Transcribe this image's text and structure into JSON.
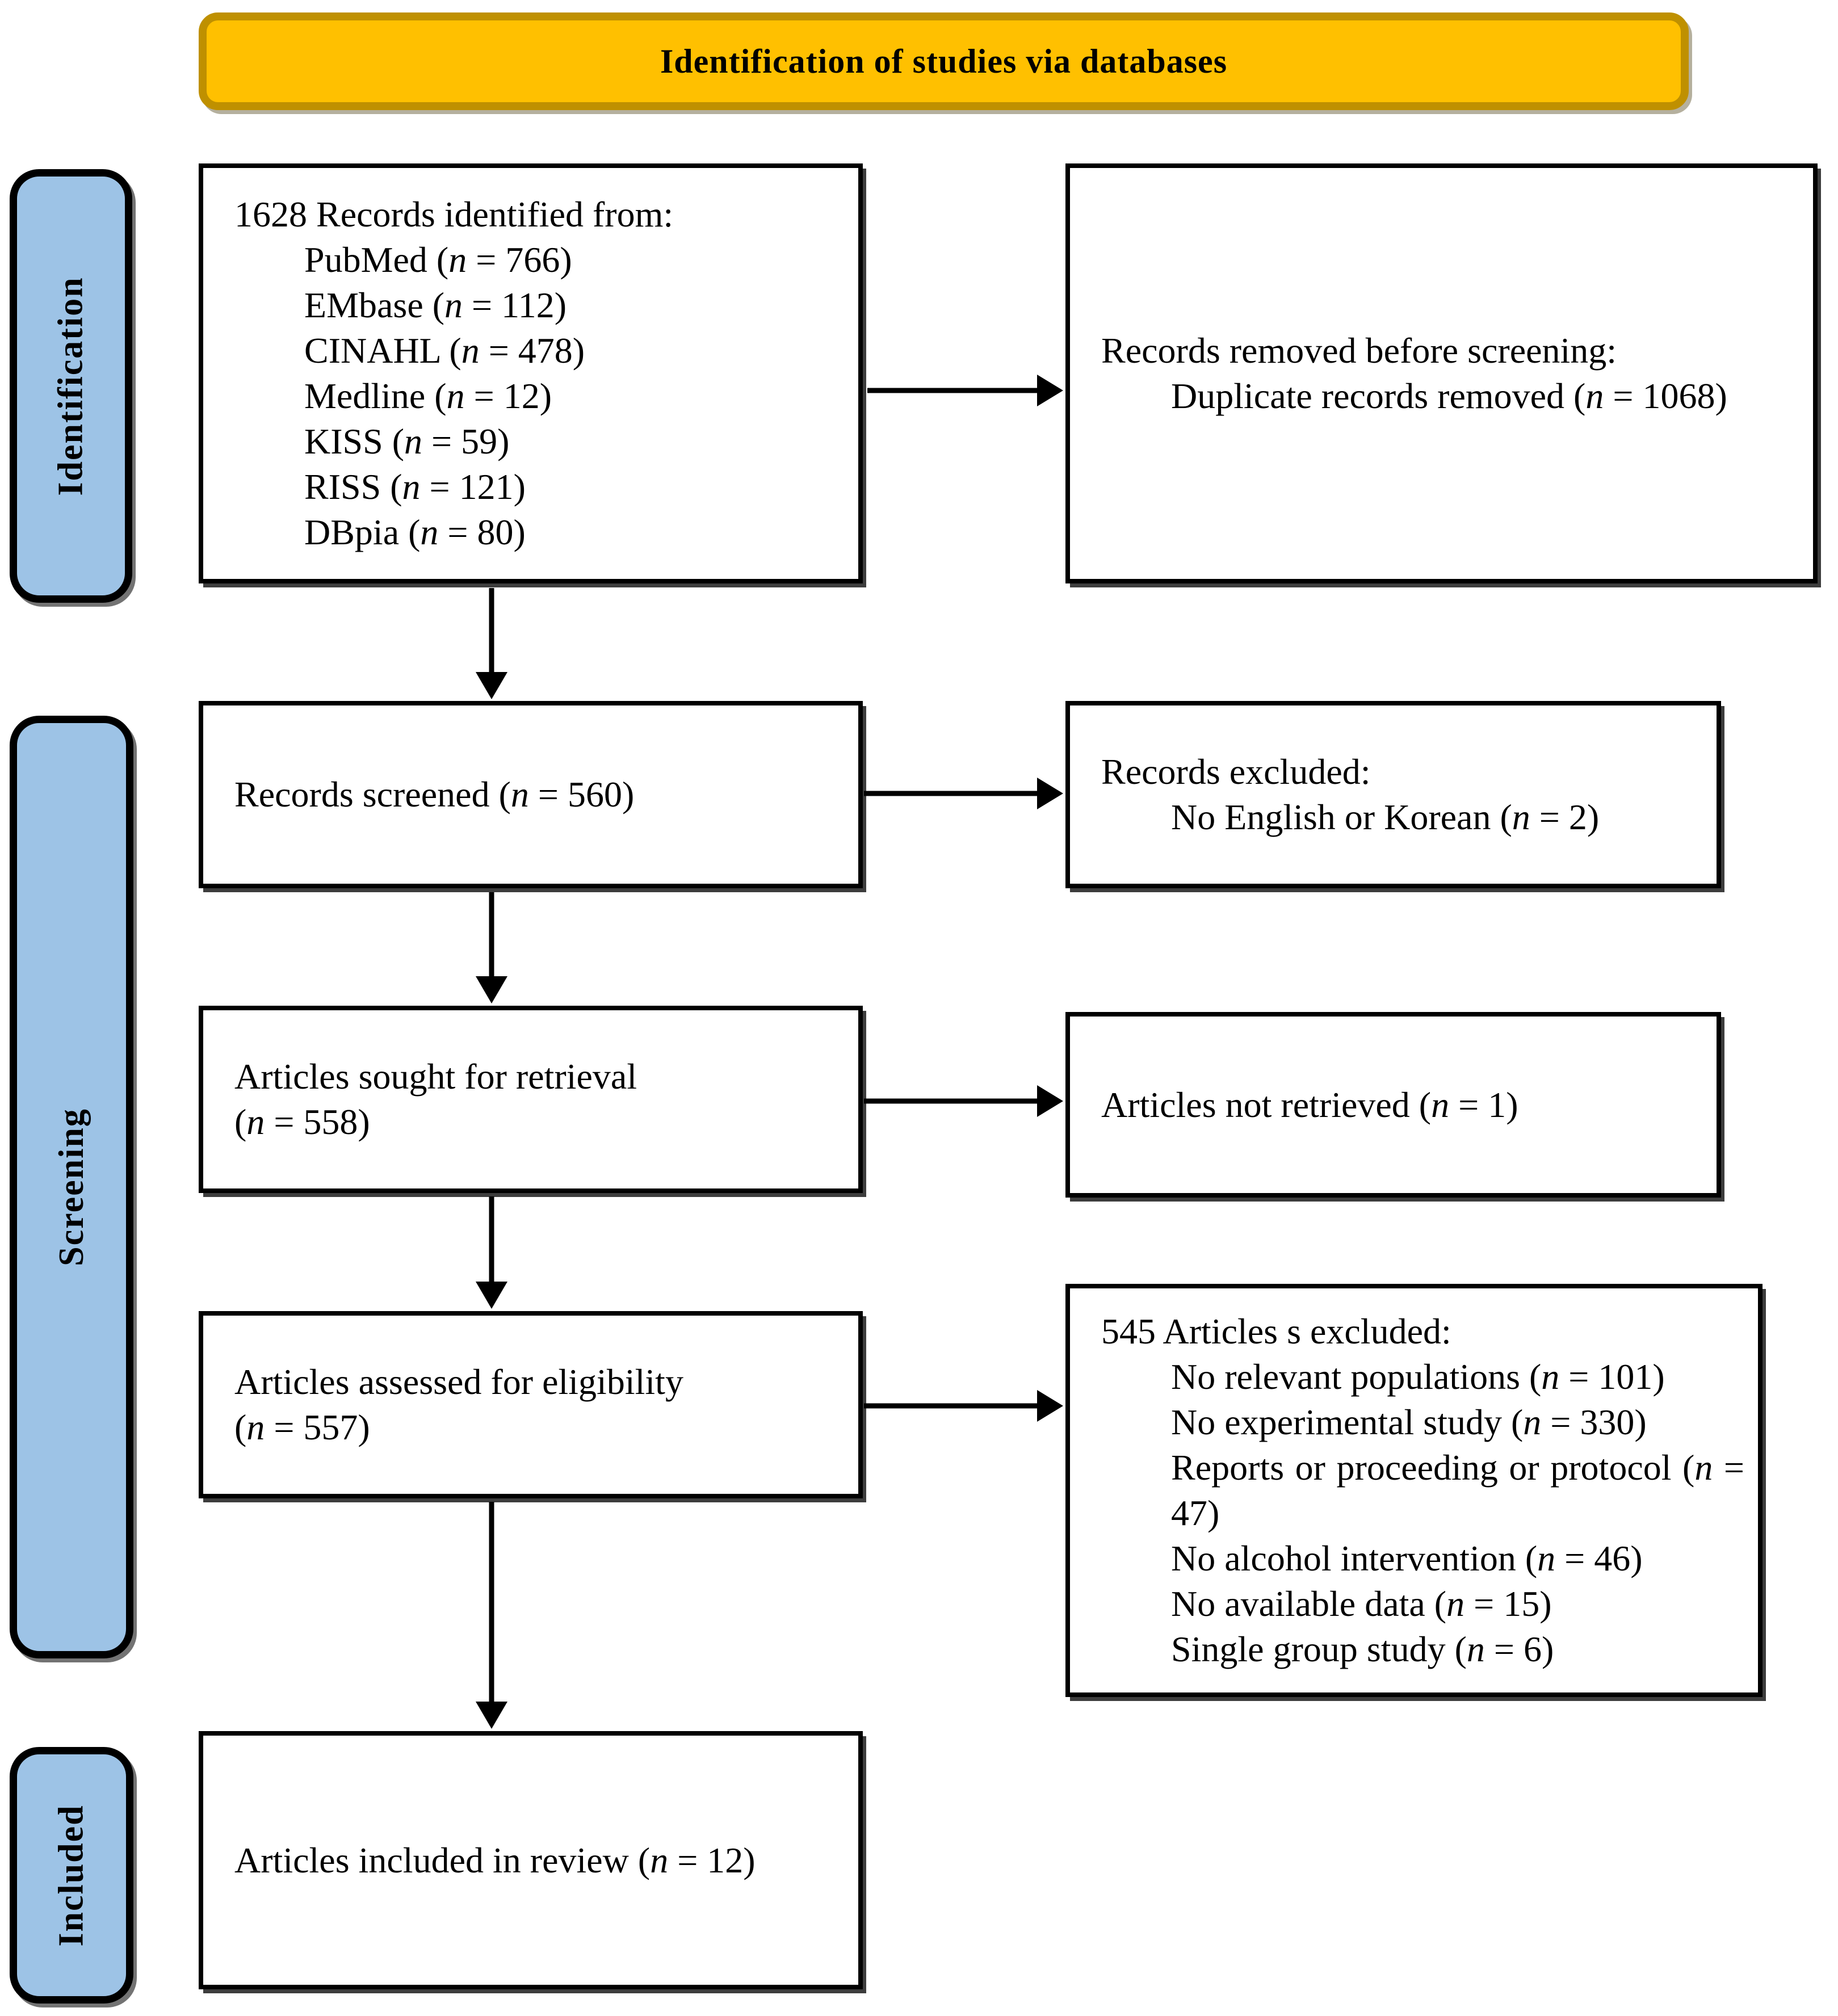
{
  "banner": {
    "title": "Identification of studies via databases"
  },
  "colors": {
    "banner_fill": "#FFC000",
    "banner_border": "#BF9000",
    "stage_fill": "#9DC3E6"
  },
  "stages": [
    {
      "label": "Identification"
    },
    {
      "label": "Screening"
    },
    {
      "label": "Included"
    }
  ],
  "boxes": {
    "records_identified": {
      "heading": "1628 Records identified from:",
      "items": [
        "PubMed (n = 766)",
        "EMbase (n = 112)",
        "CINAHL (n = 478)",
        "Medline (n = 12)",
        "KISS (n = 59)",
        "RISS (n = 121)",
        "DBpia (n = 80)"
      ]
    },
    "records_removed": {
      "heading": "Records removed before screening:",
      "items": [
        "Duplicate records removed (n = 1068)"
      ]
    },
    "records_screened": {
      "text": "Records screened (n = 560)"
    },
    "records_excluded": {
      "heading": "Records excluded:",
      "items": [
        "No English or Korean (n = 2)"
      ]
    },
    "articles_sought": {
      "line1": "Articles sought for retrieval",
      "line2": "(n = 558)"
    },
    "articles_not_retrieved": {
      "text": "Articles not retrieved (n = 1)"
    },
    "articles_assessed": {
      "line1": "Articles assessed for eligibility",
      "line2": "(n = 557)"
    },
    "articles_excluded": {
      "heading": "545 Articles s excluded:",
      "items": [
        "No relevant populations (n = 101)",
        "No experimental study (n = 330)",
        "Reports or proceeding or protocol (n = 47)",
        "No alcohol intervention (n = 46)",
        "No available data (n = 15)",
        "Single group study (n = 6)"
      ]
    },
    "articles_included": {
      "text": "Articles included in review (n = 12)"
    }
  }
}
